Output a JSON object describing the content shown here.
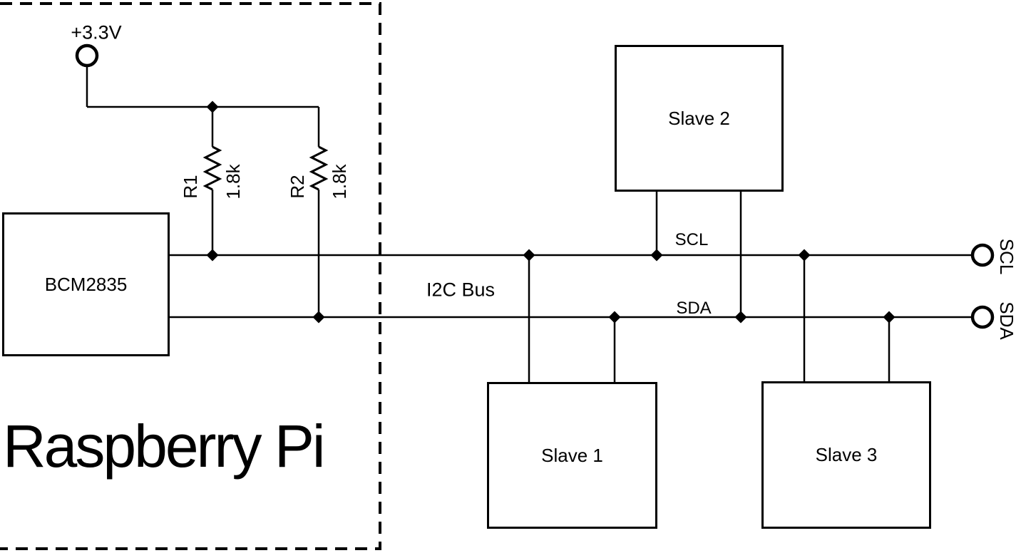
{
  "diagram": {
    "board_label": "Raspberry Pi",
    "chip_label": "BCM2835",
    "power_label": "+3.3V",
    "resistors": [
      {
        "name": "R1",
        "value": "1.8k"
      },
      {
        "name": "R2",
        "value": "1.8k"
      }
    ],
    "bus_label": "I2C Bus",
    "bus_lines": {
      "scl": "SCL",
      "sda": "SDA"
    },
    "terminals": {
      "scl": "SCL",
      "sda": "SDA"
    },
    "slaves": [
      {
        "label": "Slave 1"
      },
      {
        "label": "Slave 2"
      },
      {
        "label": "Slave 3"
      }
    ],
    "colors": {
      "ink": "#000000",
      "background": "#ffffff"
    }
  }
}
